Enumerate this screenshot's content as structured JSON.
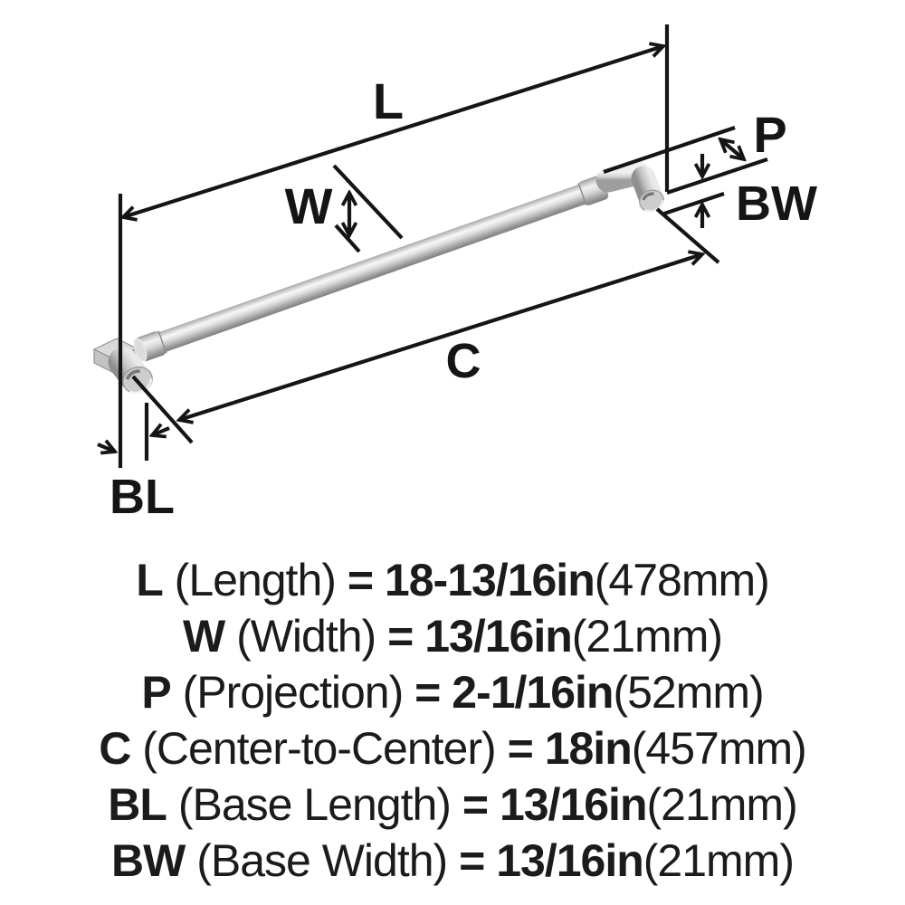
{
  "diagram": {
    "line_color": "#151515",
    "metal_colors": {
      "highlight": "#f7f7f7",
      "mid": "#d0d0d0",
      "shadow": "#868686"
    },
    "labels": {
      "length": "L",
      "width": "W",
      "projection": "P",
      "base_width": "BW",
      "center_to_center": "C",
      "base_length": "BL"
    }
  },
  "specs": [
    {
      "symbol": "L",
      "descriptor": "(Length)",
      "equals": "=",
      "value": "18-13/16in",
      "metric": "(478mm)"
    },
    {
      "symbol": "W",
      "descriptor": "(Width)",
      "equals": "=",
      "value": "13/16in",
      "metric": "(21mm)"
    },
    {
      "symbol": "P",
      "descriptor": "(Projection)",
      "equals": "=",
      "value": "2-1/16in",
      "metric": "(52mm)"
    },
    {
      "symbol": "C",
      "descriptor": "(Center-to-Center)",
      "equals": "=",
      "value": "18in",
      "metric": "(457mm)"
    },
    {
      "symbol": "BL",
      "descriptor": "(Base Length)",
      "equals": "=",
      "value": "13/16in",
      "metric": "(21mm)"
    },
    {
      "symbol": "BW",
      "descriptor": "(Base Width)",
      "equals": "=",
      "value": "13/16in",
      "metric": "(21mm)"
    }
  ]
}
